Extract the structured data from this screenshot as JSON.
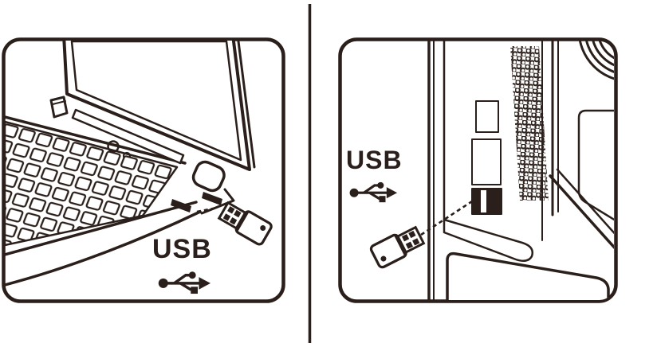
{
  "colors": {
    "ink": "#2a1f1a",
    "background": "#ffffff"
  },
  "panels": {
    "left": {
      "label": "USB",
      "icons": [
        "laptop-illustration",
        "usb-receiver-dongle",
        "insertion-dotted-line",
        "usb-trident-icon",
        "laptop-side-ports"
      ]
    },
    "right": {
      "label": "USB",
      "icons": [
        "desktop-tower-illustration",
        "usb-receiver-dongle",
        "insertion-dotted-line",
        "usb-trident-icon",
        "usb-port",
        "vent-holes"
      ]
    }
  }
}
